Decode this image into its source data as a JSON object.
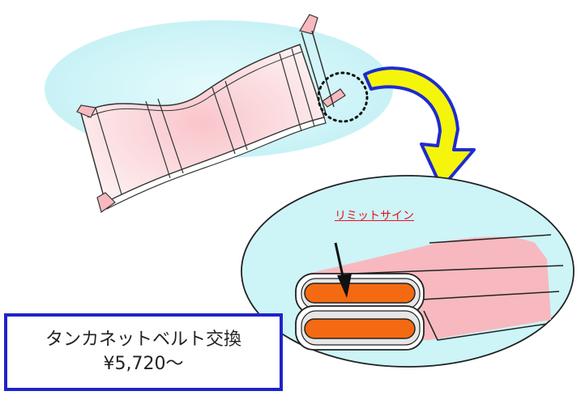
{
  "labels": {
    "limit_sign": "リミットサイン"
  },
  "price_box": {
    "title": "タンカネットベルト交換",
    "price": "¥5,720～"
  },
  "colors": {
    "belt_pink": "#f7b9bf",
    "belt_fill": "#fde8ea",
    "sky_blue": "#cdf4f7",
    "arrow_yellow": "#f5f50c",
    "arrow_blue": "#1e2bd0",
    "limit_orange": "#f46a12",
    "limit_red": "#e0141e",
    "box_border": "#1f24c9"
  },
  "icons": [
    "belt-illustration",
    "curved-arrow-icon",
    "zoom-circle",
    "down-arrow-icon"
  ]
}
